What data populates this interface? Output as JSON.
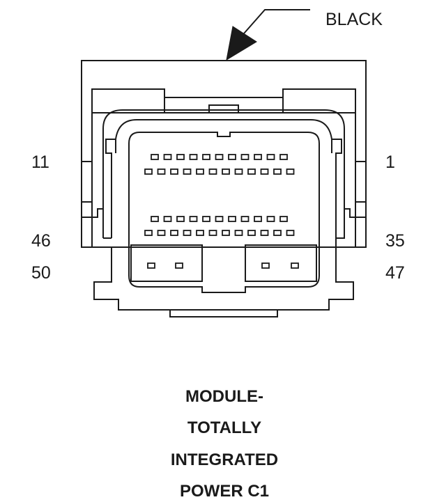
{
  "color_label": "BLACK",
  "pin_labels": {
    "top_left": "11",
    "top_right": "1",
    "mid_left": "46",
    "mid_right": "35",
    "bottom_left": "50",
    "bottom_right": "47"
  },
  "caption_lines": [
    "MODULE-",
    "TOTALLY",
    "INTEGRATED",
    "POWER C1"
  ],
  "colors": {
    "line": "#1a1a1a",
    "background": "#ffffff"
  }
}
